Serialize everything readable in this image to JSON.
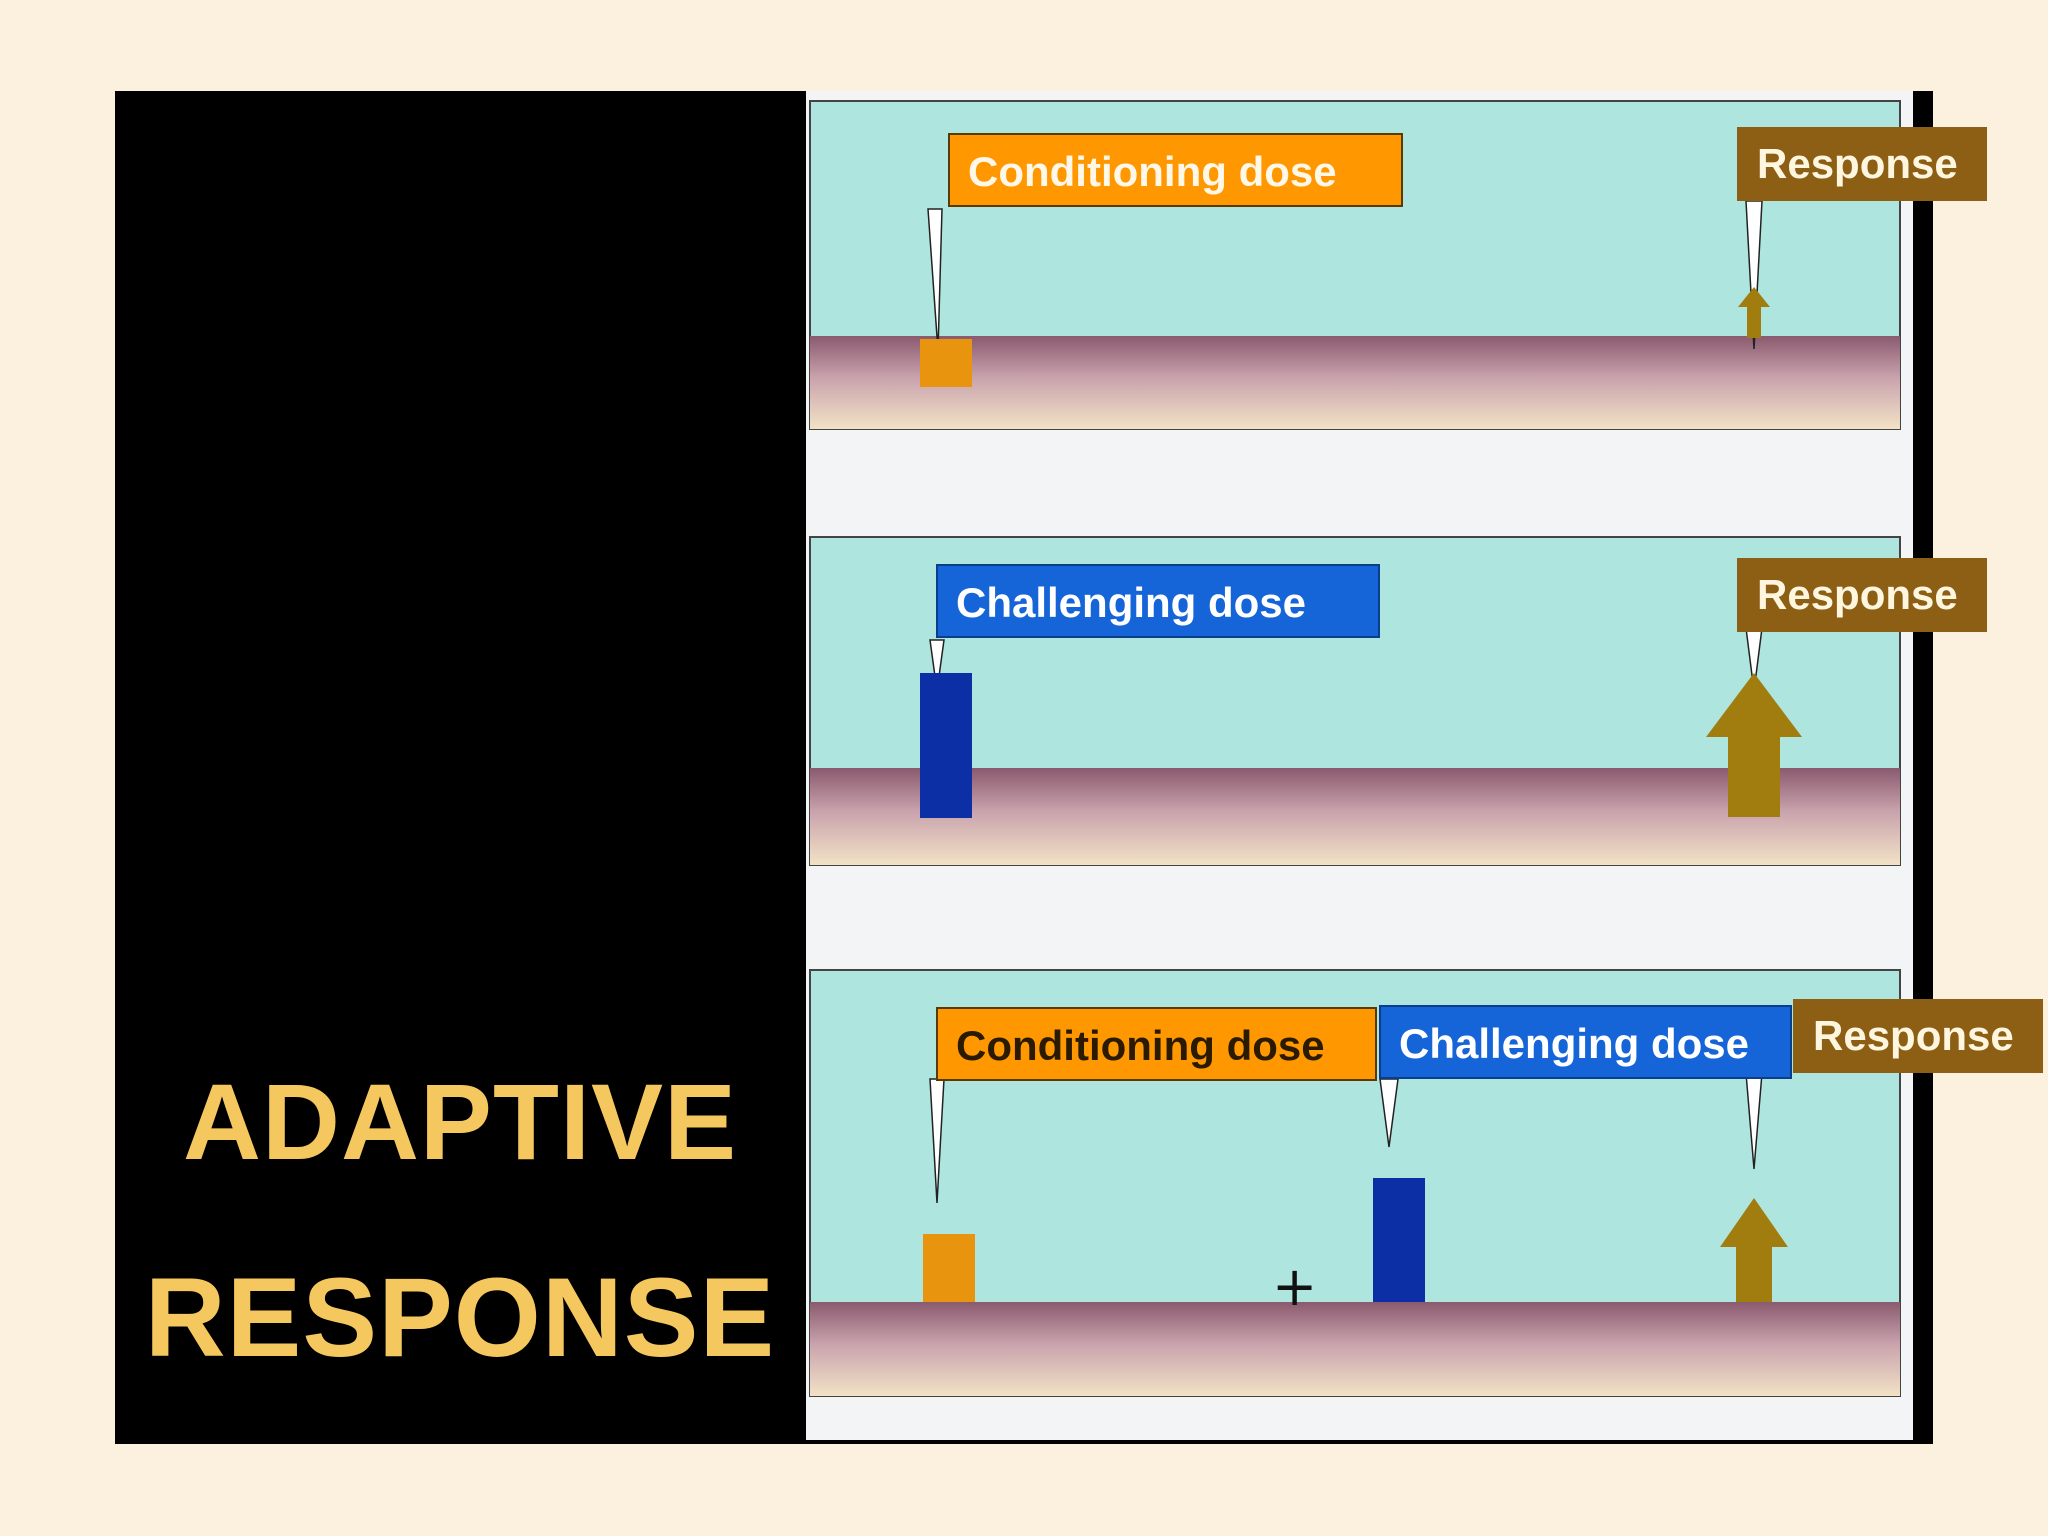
{
  "title": {
    "line1": "ADAPTIVE",
    "line2": "RESPONSE"
  },
  "panels": [
    {
      "conditioning_label": "Conditioning dose",
      "response_label": "Response"
    },
    {
      "challenging_label": "Challenging dose",
      "response_label": "Response"
    },
    {
      "conditioning_label": "Conditioning dose",
      "plus": "+",
      "challenging_label": "Challenging dose",
      "response_label": "Response"
    }
  ],
  "colors": {
    "conditioning": "#ff9800",
    "challenging": "#1565d8",
    "dose_bar_challenge": "#0d2fa6",
    "response_arrow": "#a07d0e",
    "panel_bg": "#aee6df",
    "title": "#f5c85f"
  }
}
